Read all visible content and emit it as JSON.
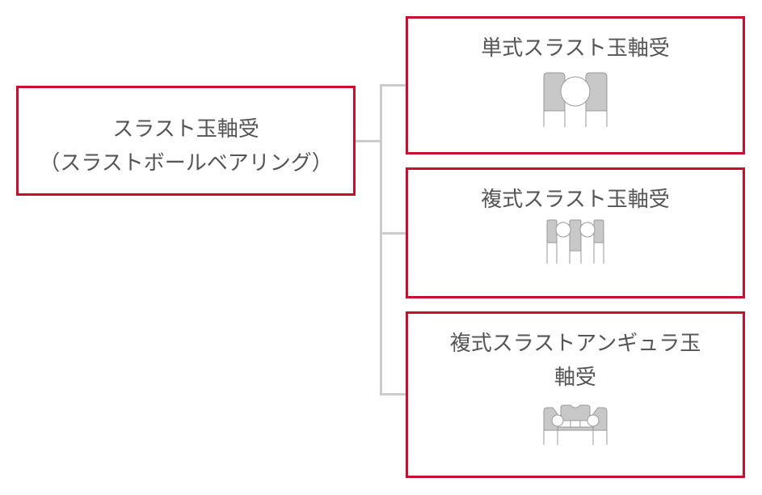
{
  "root": {
    "line1": "スラスト玉軸受",
    "line2": "（スラストボールベアリング）"
  },
  "children": [
    {
      "label": "単式スラスト玉軸受",
      "icon": "single-thrust-ball-bearing-icon"
    },
    {
      "label": "複式スラスト玉軸受",
      "icon": "double-thrust-ball-bearing-icon"
    },
    {
      "label_line1": "複式スラストアンギュラ玉",
      "label_line2": "軸受",
      "icon": "double-thrust-angular-ball-bearing-icon"
    }
  ],
  "colors": {
    "border": "#c8102e",
    "connector": "#cccccc",
    "fill": "#c8c8c8"
  }
}
